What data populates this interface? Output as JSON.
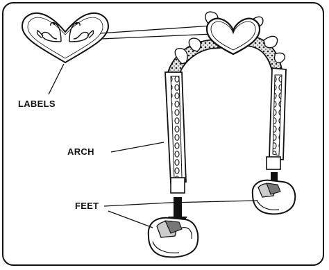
{
  "diagram": {
    "labels": {
      "labels": "LABELS",
      "arch": "ARCH",
      "feet": "FEET"
    },
    "parts": [
      "heart-label-with-swans",
      "arch",
      "heart-topper",
      "left-foot",
      "right-foot"
    ],
    "colors": {
      "ink": "#111111",
      "paper": "#ffffff",
      "shade": "#9a9a9a"
    }
  }
}
